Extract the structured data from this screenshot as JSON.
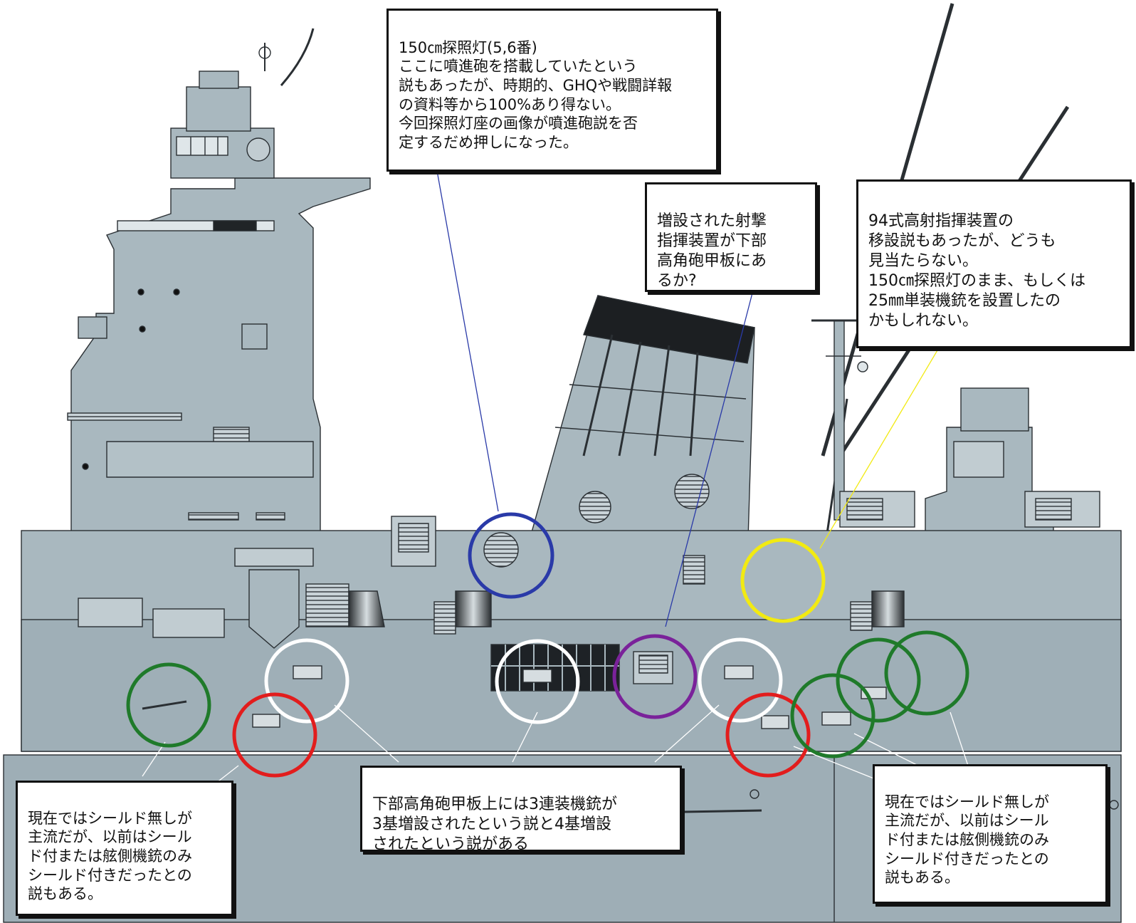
{
  "colors": {
    "hull": "#9eaeb6",
    "structure": "#a9b8bf",
    "line": "#2a2f33",
    "circle_blue": "#2a3aa8",
    "circle_white": "#ffffff",
    "circle_green": "#1f7a2a",
    "circle_red": "#e21d1d",
    "circle_purple": "#7a229a",
    "circle_yellow": "#f2ea12"
  },
  "annotations": {
    "searchlight": {
      "text": "150㎝探照灯(5,6番)\nここに噴進砲を搭載していたという\n説もあったが、時期的、GHQや戦闘詳報\nの資料等から100%あり得ない。\n今回探照灯座の画像が噴進砲説を否\n定するだめ押しになった。"
    },
    "director": {
      "text": "増設された射撃\n指揮装置が下部\n高角砲甲板にあ\nるか?"
    },
    "type94": {
      "text": "94式高射指揮装置の\n移設説もあったが、どうも\n見当たらない。\n150㎝探照灯のまま、もしくは\n25㎜単装機銃を設置したの\nかもしれない。"
    },
    "triple_mg": {
      "text": "下部高角砲甲板上には3連装機銃が\n3基増設されたという説と4基増設\nされたという説がある"
    },
    "shield_left": {
      "text": "現在ではシールド無しが\n主流だが、以前はシール\nド付または舷側機銃のみ\nシールド付きだったとの\n説もある。"
    },
    "shield_right": {
      "text": "現在ではシールド無しが\n主流だが、以前はシール\nド付または舷側機銃のみ\nシールド付きだったとの\n説もある。"
    }
  }
}
